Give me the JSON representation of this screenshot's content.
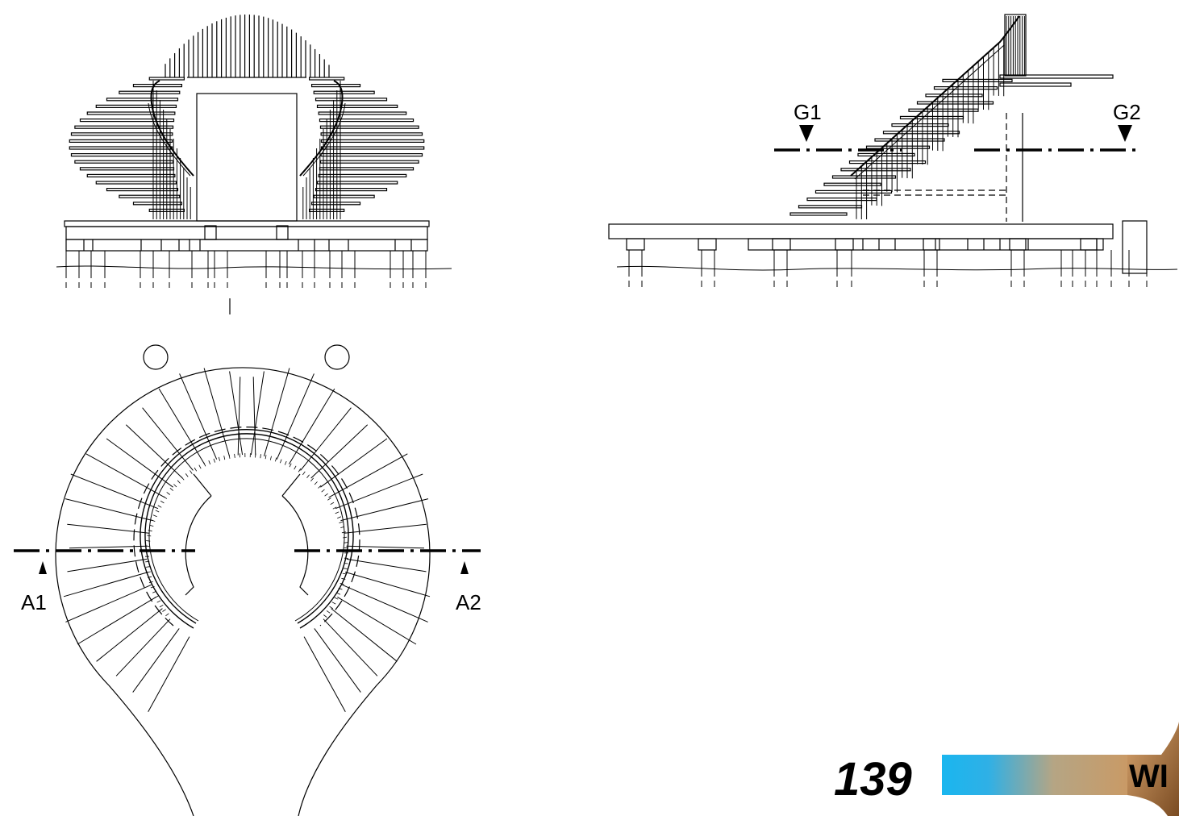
{
  "section_labels": {
    "g1": "G1",
    "g2": "G2",
    "a1": "A1",
    "a2": "A2"
  },
  "footer": {
    "page_number": "139",
    "brand_fragment": "WI"
  },
  "colors": {
    "line": "#000000",
    "bar_start": "#1ab6ef",
    "bar_end": "#c99a66",
    "brown": "#8a5a2b"
  }
}
